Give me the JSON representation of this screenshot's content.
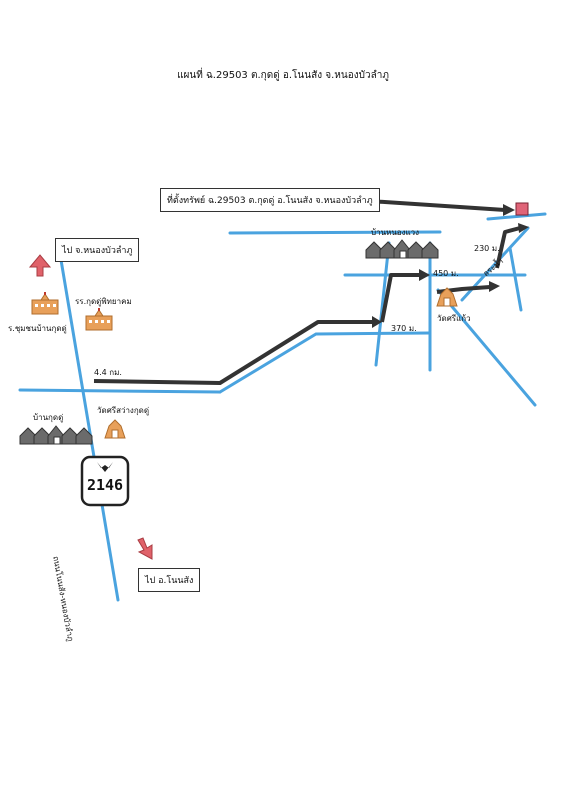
{
  "title": "แผนที่ ฉ.29503 ต.กุดดู่ อ.โนนสัง จ.หนองบัวลำภู",
  "property_box": "ที่ตั้งทรัพย์ ฉ.29503 ต.กุดดู่ อ.โนนสัง จ.หนองบัวลำภู",
  "to_province_box": "ไป จ.หนองบัวลำภู",
  "to_district_box": "ไป อ.โนนสัง",
  "labels": {
    "school_left": "ร.ชุมชนบ้านกุดดู่",
    "school_right": "รร.กุดดู่พิทยาคม",
    "distance_main": "4.4 กม.",
    "temple_left": "วัดศรีสว่างกุดดู่",
    "village_left": "บ้านกุดดู่",
    "route_number": "2146",
    "road_name": "ถนนโนนสัง-หนองบัวลำภู",
    "village_right": "บ้านหนองแวง",
    "distance_370": "370 ม.",
    "distance_450": "450 ม.",
    "temple_right": "วัดศรีแก้ว",
    "distance_230": "230 ม.",
    "canal": "ลระน้ำ"
  },
  "colors": {
    "road": "#4aa3df",
    "route_arrow": "#333333",
    "direction_arrow": "#e0626a",
    "property_marker": "#e06478",
    "building": "#e8a05a"
  }
}
